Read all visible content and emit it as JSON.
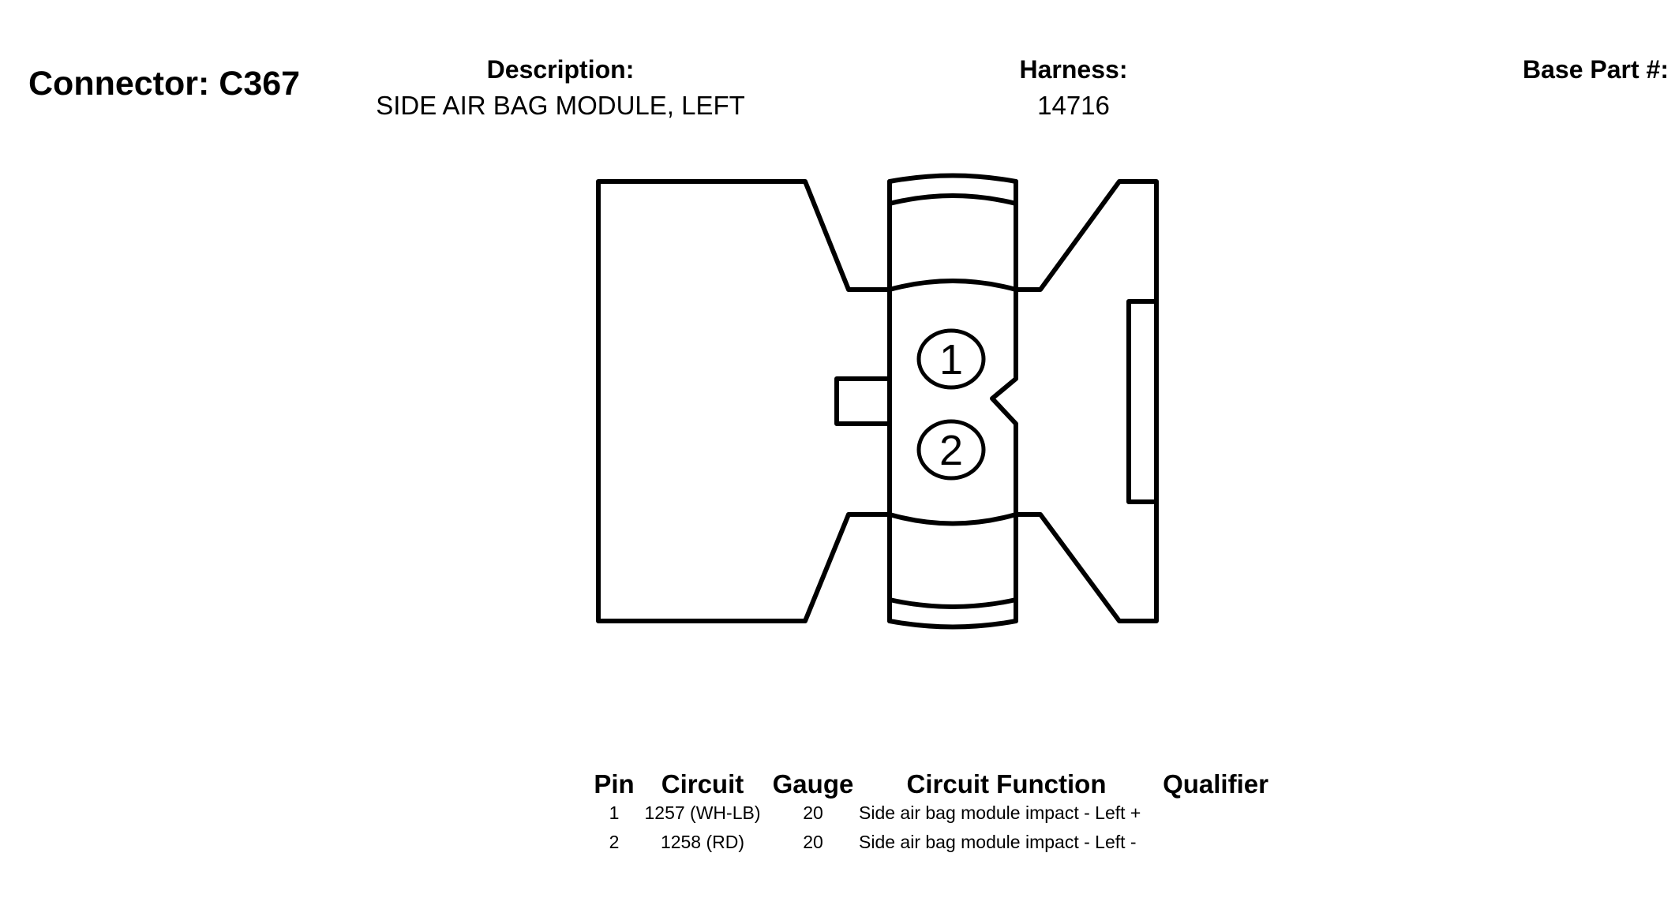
{
  "header": {
    "connector": "Connector: C367",
    "description_label": "Description:",
    "description_value": "SIDE AIR BAG MODULE, LEFT",
    "harness_label": "Harness:",
    "harness_value": "14716",
    "base_part_label": "Base Part #:"
  },
  "diagram": {
    "pins": [
      "1",
      "2"
    ]
  },
  "table": {
    "columns": [
      "Pin",
      "Circuit",
      "Gauge",
      "Circuit Function",
      "Qualifier"
    ],
    "rows": [
      {
        "pin": "1",
        "circuit": "1257 (WH-LB)",
        "gauge": "20",
        "function": "Side air bag module impact - Left +",
        "qualifier": ""
      },
      {
        "pin": "2",
        "circuit": "1258 (RD)",
        "gauge": "20",
        "function": "Side air bag module impact - Left -",
        "qualifier": ""
      }
    ]
  }
}
